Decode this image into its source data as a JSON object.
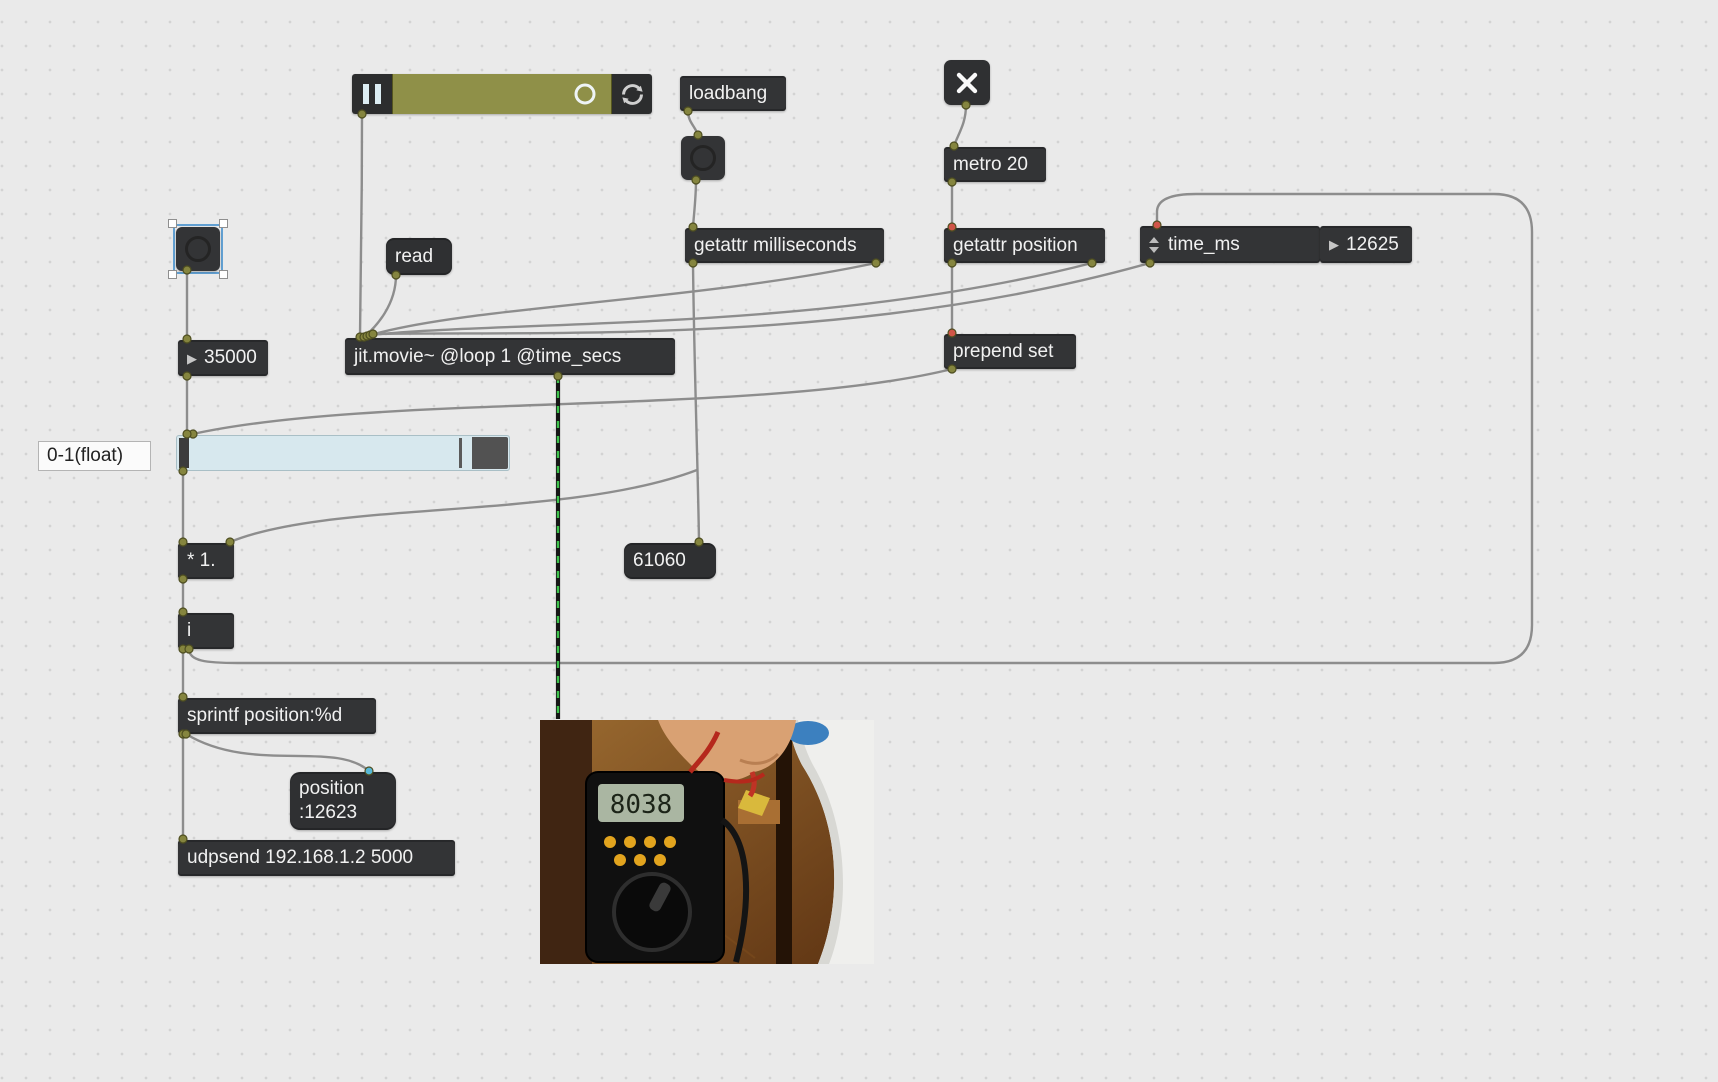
{
  "canvas": {
    "background": "#eaeaea",
    "grid_dot_color": "#d3d3d3",
    "cord_color": "#8d8d8d",
    "jit_cord_color": "#3ec24d",
    "selection_color": "#62a0d2",
    "playbar_track_color": "#8f9048",
    "slider_track_color": "#d7e8ee"
  },
  "icons": {
    "number_arrow": "▶"
  },
  "boxes": {
    "loadbang": {
      "label": "loadbang"
    },
    "metro": {
      "label": "metro 20"
    },
    "getattr_milliseconds": {
      "label": "getattr milliseconds"
    },
    "getattr_position": {
      "label": "getattr position"
    },
    "time_ms": {
      "label": "time_ms",
      "value": "12625"
    },
    "number_35000": {
      "value": "35000"
    },
    "read": {
      "label": "read"
    },
    "jit_movie": {
      "label": "jit.movie~ @loop 1 @time_secs"
    },
    "prepend_set": {
      "label": "prepend set"
    },
    "comment": {
      "label": "0-1(float)"
    },
    "multiply": {
      "label": "* 1."
    },
    "int_box": {
      "label": "i"
    },
    "msg_61060": {
      "label": "61060"
    },
    "sprintf": {
      "label": "sprintf position:%d"
    },
    "position_msg": {
      "line1": "position",
      "line2": ":12623"
    },
    "udpsend": {
      "label": "udpsend 192.168.1.2 5000"
    }
  },
  "video_preview": {
    "lcd_reading": "8038"
  }
}
